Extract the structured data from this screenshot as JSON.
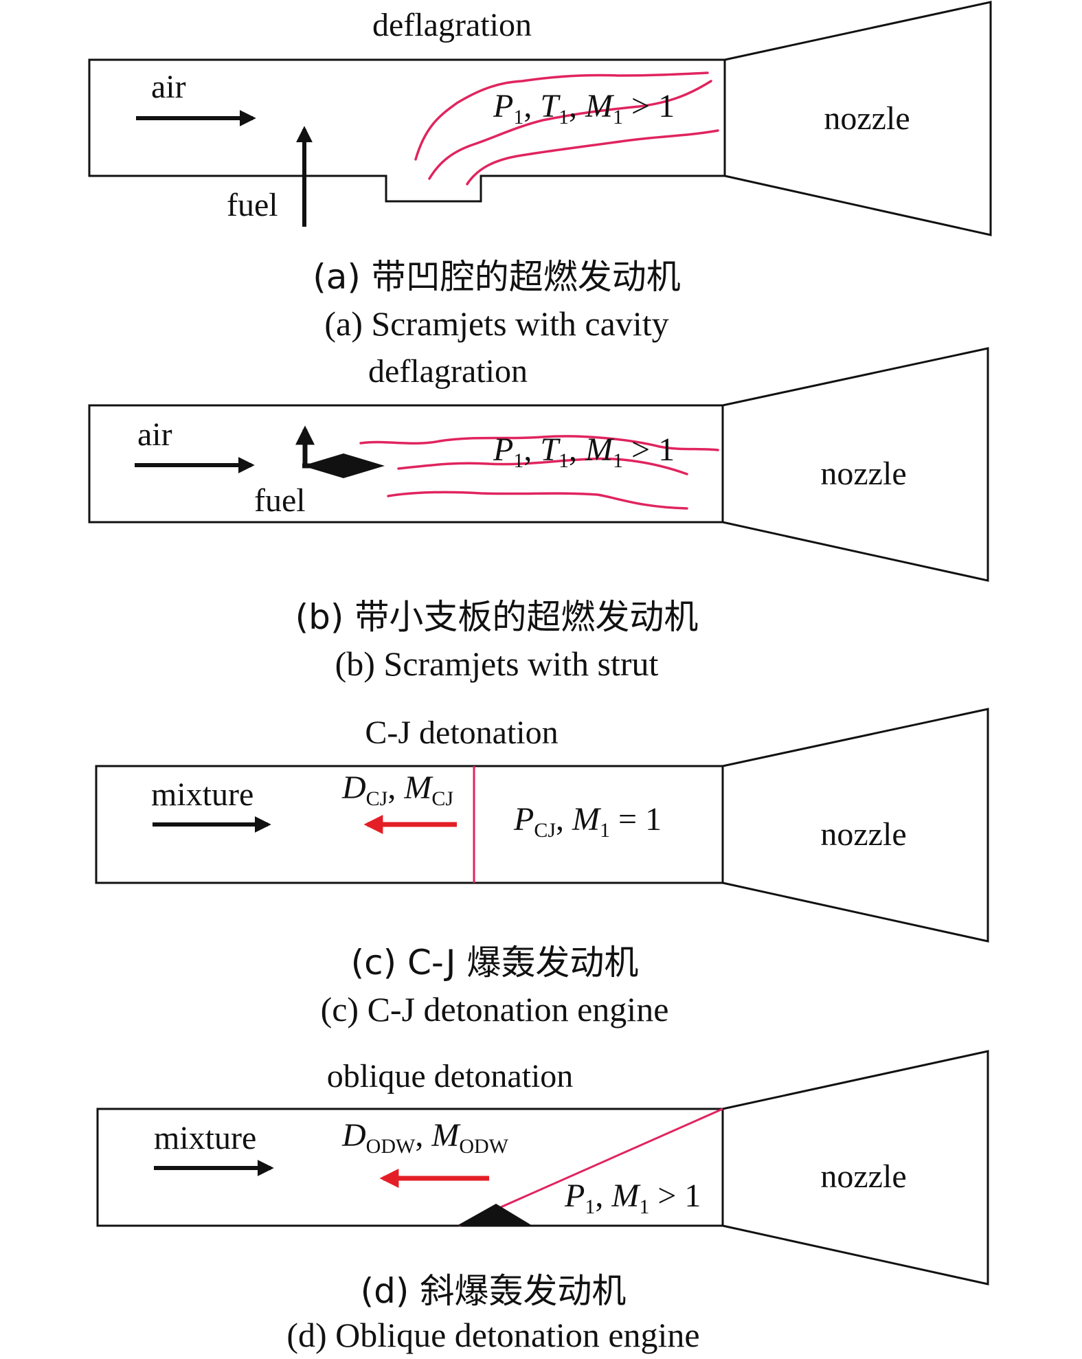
{
  "colors": {
    "line": "#111111",
    "flame": "#e0245e",
    "red_arrow": "#e41e26"
  },
  "panels": [
    {
      "id": "a",
      "top_label": "deflagration",
      "flow_label": "air",
      "fuel_label": "fuel",
      "nozzle_label": "nozzle",
      "condition": {
        "v1": "P",
        "s1": "1",
        "v2": "T",
        "s2": "1",
        "v3": "M",
        "s3": "1",
        "rel": " > 1"
      },
      "caption_zh": "(a) 带凹腔的超燃发动机",
      "caption_en": "(a) Scramjets with cavity"
    },
    {
      "id": "b",
      "top_label": "deflagration",
      "flow_label": "air",
      "fuel_label": "fuel",
      "nozzle_label": "nozzle",
      "condition": {
        "v1": "P",
        "s1": "1",
        "v2": "T",
        "s2": "1",
        "v3": "M",
        "s3": "1",
        "rel": " > 1"
      },
      "caption_zh": "(b) 带小支板的超燃发动机",
      "caption_en": "(b) Scramjets with strut"
    },
    {
      "id": "c",
      "top_label": "C-J detonation",
      "flow_label": "mixture",
      "nozzle_label": "nozzle",
      "wave_label": {
        "v1": "D",
        "s1": "CJ",
        "v2": "M",
        "s2": "CJ"
      },
      "condition": {
        "v1": "P",
        "s1": "CJ",
        "v2": "M",
        "s2": "1",
        "rel": " = 1"
      },
      "caption_zh": "(c) C-J 爆轰发动机",
      "caption_en": "(c) C-J detonation engine"
    },
    {
      "id": "d",
      "top_label": "oblique detonation",
      "flow_label": "mixture",
      "nozzle_label": "nozzle",
      "wave_label": {
        "v1": "D",
        "s1": "ODW",
        "v2": "M",
        "s2": "ODW"
      },
      "condition": {
        "v1": "P",
        "s1": "1",
        "v2": "M",
        "s2": "1",
        "rel": " > 1"
      },
      "caption_zh": "(d) 斜爆轰发动机",
      "caption_en": "(d) Oblique detonation engine"
    }
  ]
}
